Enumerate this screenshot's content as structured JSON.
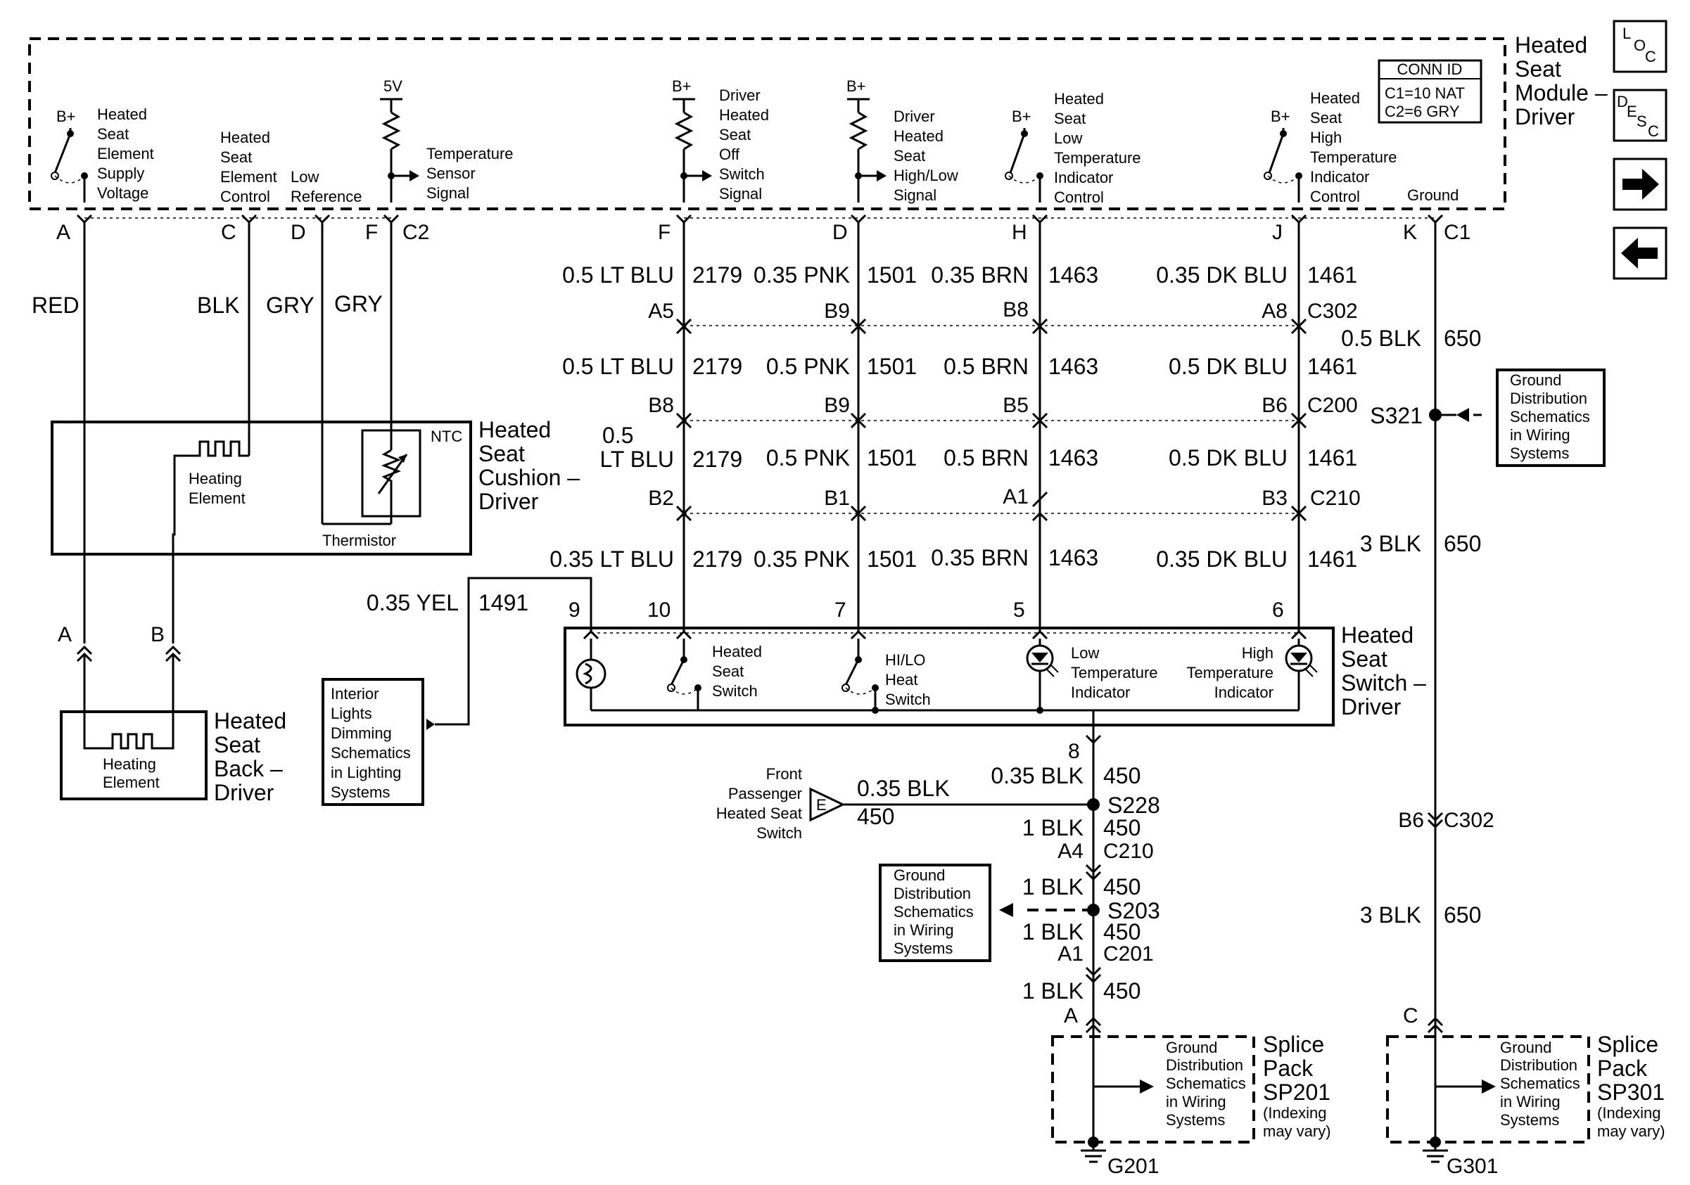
{
  "module": {
    "title": [
      "Heated",
      "Seat",
      "Module –",
      "Driver"
    ],
    "b_plus": "B+",
    "five_v": "5V"
  },
  "conn_id": {
    "title": "CONN ID",
    "c1": "C1=10 NAT",
    "c2": "C2=6 GRY"
  },
  "nav": {
    "loc": [
      "L",
      "O",
      "C"
    ],
    "desc": [
      "D",
      "E",
      "S",
      "C"
    ],
    "next_icon": "right-arrow-icon",
    "prev_icon": "left-arrow-icon"
  },
  "signals": {
    "supply": [
      "Heated",
      "Seat",
      "Element",
      "Supply",
      "Voltage"
    ],
    "control": [
      "Heated",
      "Seat",
      "Element",
      "Control"
    ],
    "low_ref": "Low",
    "low_ref2": "Reference",
    "temp_sensor": [
      "Temperature",
      "Sensor",
      "Signal"
    ],
    "off_switch": [
      "Driver",
      "Heated",
      "Seat",
      "Off",
      "Switch",
      "Signal"
    ],
    "hilo": [
      "Driver",
      "Heated",
      "Seat",
      "High/Low",
      "Signal"
    ],
    "low_temp": [
      "Heated",
      "Seat",
      "Low",
      "Temperature",
      "Indicator",
      "Control"
    ],
    "high_temp": [
      "Heated",
      "Seat",
      "High",
      "Temperature",
      "Indicator",
      "Control"
    ],
    "ground": "Ground"
  },
  "pins_top": {
    "a": "A",
    "c": "C",
    "d": "D",
    "f": "F",
    "c2": "C2",
    "f2": "F",
    "d2": "D",
    "h": "H",
    "j": "J",
    "k": "K",
    "c1": "C1"
  },
  "left_wires": {
    "red": "RED",
    "blk": "BLK",
    "gry1": "GRY",
    "gry2": "GRY"
  },
  "rows": [
    {
      "f": "0.5 LT BLU",
      "fc": "2179",
      "d": "0.35 PNK",
      "dc": "1501",
      "h": "0.35 BRN",
      "hc": "1463",
      "j": "0.35 DK BLU",
      "jc": "1461"
    },
    {
      "f": "0.5 LT BLU",
      "fc": "2179",
      "d": "0.5 PNK",
      "dc": "1501",
      "h": "0.5 BRN",
      "hc": "1463",
      "j": "0.5 DK BLU",
      "jc": "1461"
    },
    {
      "f": "0.5",
      "f2": "LT BLU",
      "fc": "2179",
      "d": "0.5 PNK",
      "dc": "1501",
      "h": "0.5 BRN",
      "hc": "1463",
      "j": "0.5 DK BLU",
      "jc": "1461"
    },
    {
      "f": "0.35 LT BLU",
      "fc": "2179",
      "d": "0.35 PNK",
      "dc": "1501",
      "h": "0.35 BRN",
      "hc": "1463",
      "j": "0.35 DK BLU",
      "jc": "1461"
    }
  ],
  "conn_rows": [
    {
      "f": "A5",
      "d": "B9",
      "h": "B8",
      "j": "A8",
      "name": "C302"
    },
    {
      "f": "B8",
      "d": "B9",
      "h": "B5",
      "j": "B6",
      "name": "C200"
    },
    {
      "f": "B2",
      "d": "B1",
      "h": "A1",
      "j": "B3",
      "name": "C210"
    }
  ],
  "ground_col": {
    "w1": "0.5 BLK",
    "c1": "650",
    "splice": "S321",
    "w2": "3 BLK",
    "c2": "650",
    "pin": "B6",
    "conn": "C302",
    "w3": "3 BLK",
    "c3": "650",
    "pin2": "C",
    "g": "G301"
  },
  "ground_ref_right": [
    "Ground",
    "Distribution",
    "Schematics",
    "in Wiring",
    "Systems"
  ],
  "cushion": {
    "title": [
      "Heated",
      "Seat",
      "Cushion –",
      "Driver"
    ],
    "heating": [
      "Heating",
      "Element"
    ],
    "ntc": "NTC",
    "thermistor": "Thermistor"
  },
  "back": {
    "title": [
      "Heated",
      "Seat",
      "Back –",
      "Driver"
    ],
    "heating": [
      "Heating",
      "Element"
    ],
    "pin_a": "A",
    "pin_b": "B"
  },
  "dimming": {
    "wire": "0.35 YEL",
    "circuit": "1491",
    "ref": [
      "Interior",
      "Lights",
      "Dimming",
      "Schematics",
      "in Lighting",
      "Systems"
    ]
  },
  "switch_pins": {
    "p9": "9",
    "p10": "10",
    "p7": "7",
    "p5": "5",
    "p6": "6",
    "p8": "8"
  },
  "switch": {
    "title": [
      "Heated",
      "Seat",
      "Switch –",
      "Driver"
    ],
    "seat_switch": [
      "Heated",
      "Seat",
      "Switch"
    ],
    "hilo": [
      "HI/LO",
      "Heat",
      "Switch"
    ],
    "low_ind": [
      "Low",
      "Temperature",
      "Indicator"
    ],
    "high_ind": [
      "High",
      "Temperature",
      "Indicator"
    ]
  },
  "ground_center": {
    "w1": "0.35 BLK",
    "c1": "450",
    "s228": "S228",
    "pass_w": "0.35 BLK",
    "pass_c": "450",
    "pass_ref": [
      "Front",
      "Passenger",
      "Heated Seat",
      "Switch"
    ],
    "e": "E",
    "w2": "1 BLK",
    "c2": "450",
    "pin_a4": "A4",
    "c210": "C210",
    "w3": "1 BLK",
    "c3": "450",
    "s203": "S203",
    "w4": "1 BLK",
    "c4": "450",
    "pin_a1": "A1",
    "c201": "C201",
    "w5": "1 BLK",
    "c5": "450",
    "pin_a": "A",
    "g": "G201",
    "ref": [
      "Ground",
      "Distribution",
      "Schematics",
      "in Wiring",
      "Systems"
    ]
  },
  "splice201": {
    "ref": [
      "Ground",
      "Distribution",
      "Schematics",
      "in Wiring",
      "Systems"
    ],
    "title": [
      "Splice",
      "Pack",
      "SP201"
    ],
    "note": [
      "(Indexing",
      "may vary)"
    ]
  },
  "splice301": {
    "ref": [
      "Ground",
      "Distribution",
      "Schematics",
      "in Wiring",
      "Systems"
    ],
    "title": [
      "Splice",
      "Pack",
      "SP301"
    ],
    "note": [
      "(Indexing",
      "may vary)"
    ]
  }
}
